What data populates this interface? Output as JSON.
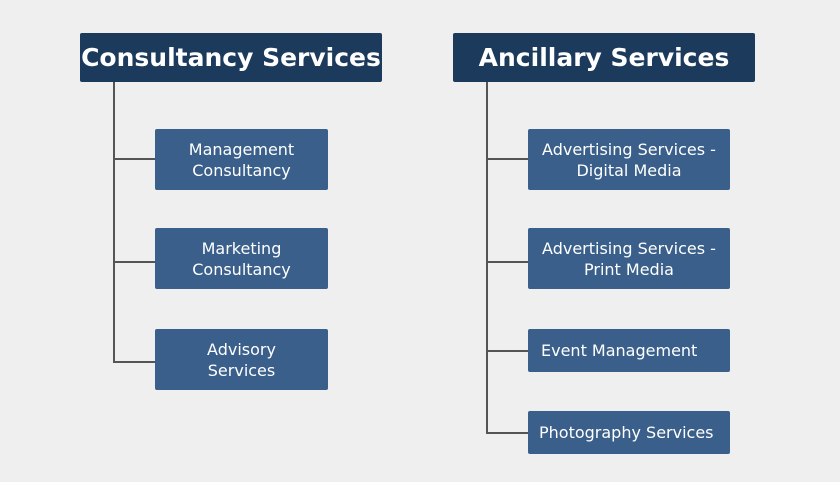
{
  "groups": [
    {
      "title": "Consultancy Services",
      "items": [
        "Management\nConsultancy",
        "Marketing\nConsultancy",
        "Advisory\nServices"
      ]
    },
    {
      "title": "Ancillary Services",
      "items": [
        "Advertising Services -\nDigital Media",
        "Advertising Services -\nPrint Media",
        "Event Management",
        "Photography Services"
      ]
    }
  ]
}
